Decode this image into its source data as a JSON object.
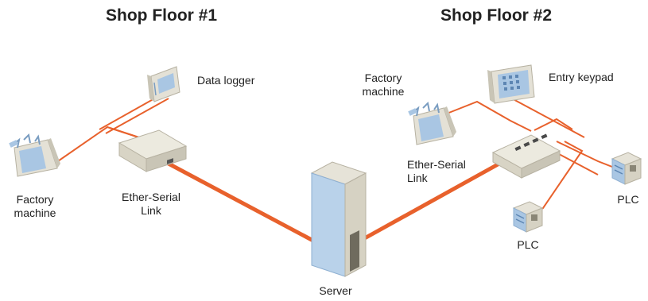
{
  "headings": {
    "floor1": "Shop Floor #1",
    "floor2": "Shop Floor #2"
  },
  "labels": {
    "data_logger": "Data logger",
    "factory_machine_1": [
      "Factory",
      "machine"
    ],
    "ether_serial_1": [
      "Ether-Serial",
      "Link"
    ],
    "server": "Server",
    "factory_machine_2": [
      "Factory",
      "machine"
    ],
    "entry_keypad": "Entry keypad",
    "ether_serial_2": [
      "Ether-Serial",
      "Link"
    ],
    "plc_right": "PLC",
    "plc_bottom": "PLC"
  },
  "colors": {
    "link": "#e8612c",
    "device_body": "#e4e1d6",
    "device_shade": "#c9c5b6",
    "screen_blue": "#a9c6e3",
    "server_blue": "#b9d2ea"
  },
  "icons": [
    "data-logger-icon",
    "factory-machine-icon",
    "ether-serial-link-icon",
    "server-icon",
    "entry-keypad-icon",
    "plc-icon"
  ]
}
